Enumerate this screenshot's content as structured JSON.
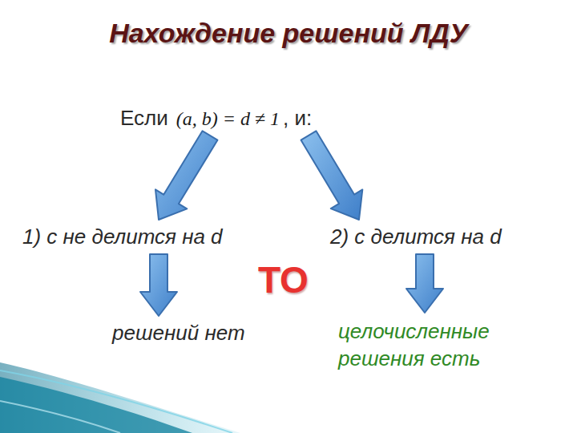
{
  "diagram": {
    "title": "Нахождение решений ЛДУ",
    "nodes": [
      {
        "text": [
          "Если",
          "(a, b) = d ≠ 1",
          ", и:"
        ]
      },
      {
        "text": [
          "1) c не делится на d"
        ]
      },
      {
        "text": [
          "2) c делится на d"
        ]
      },
      {
        "text": [
          "решений нет"
        ]
      },
      {
        "text": [
          "целочисленные решения есть"
        ]
      }
    ],
    "edges": [
      {
        "from": 0,
        "to": 1,
        "arrow": "to"
      },
      {
        "from": 0,
        "to": 2,
        "arrow": "to"
      },
      {
        "from": 1,
        "to": 3,
        "arrow": "to"
      },
      {
        "from": 2,
        "to": 4,
        "arrow": "to"
      }
    ],
    "labels": [
      "ТО"
    ]
  }
}
